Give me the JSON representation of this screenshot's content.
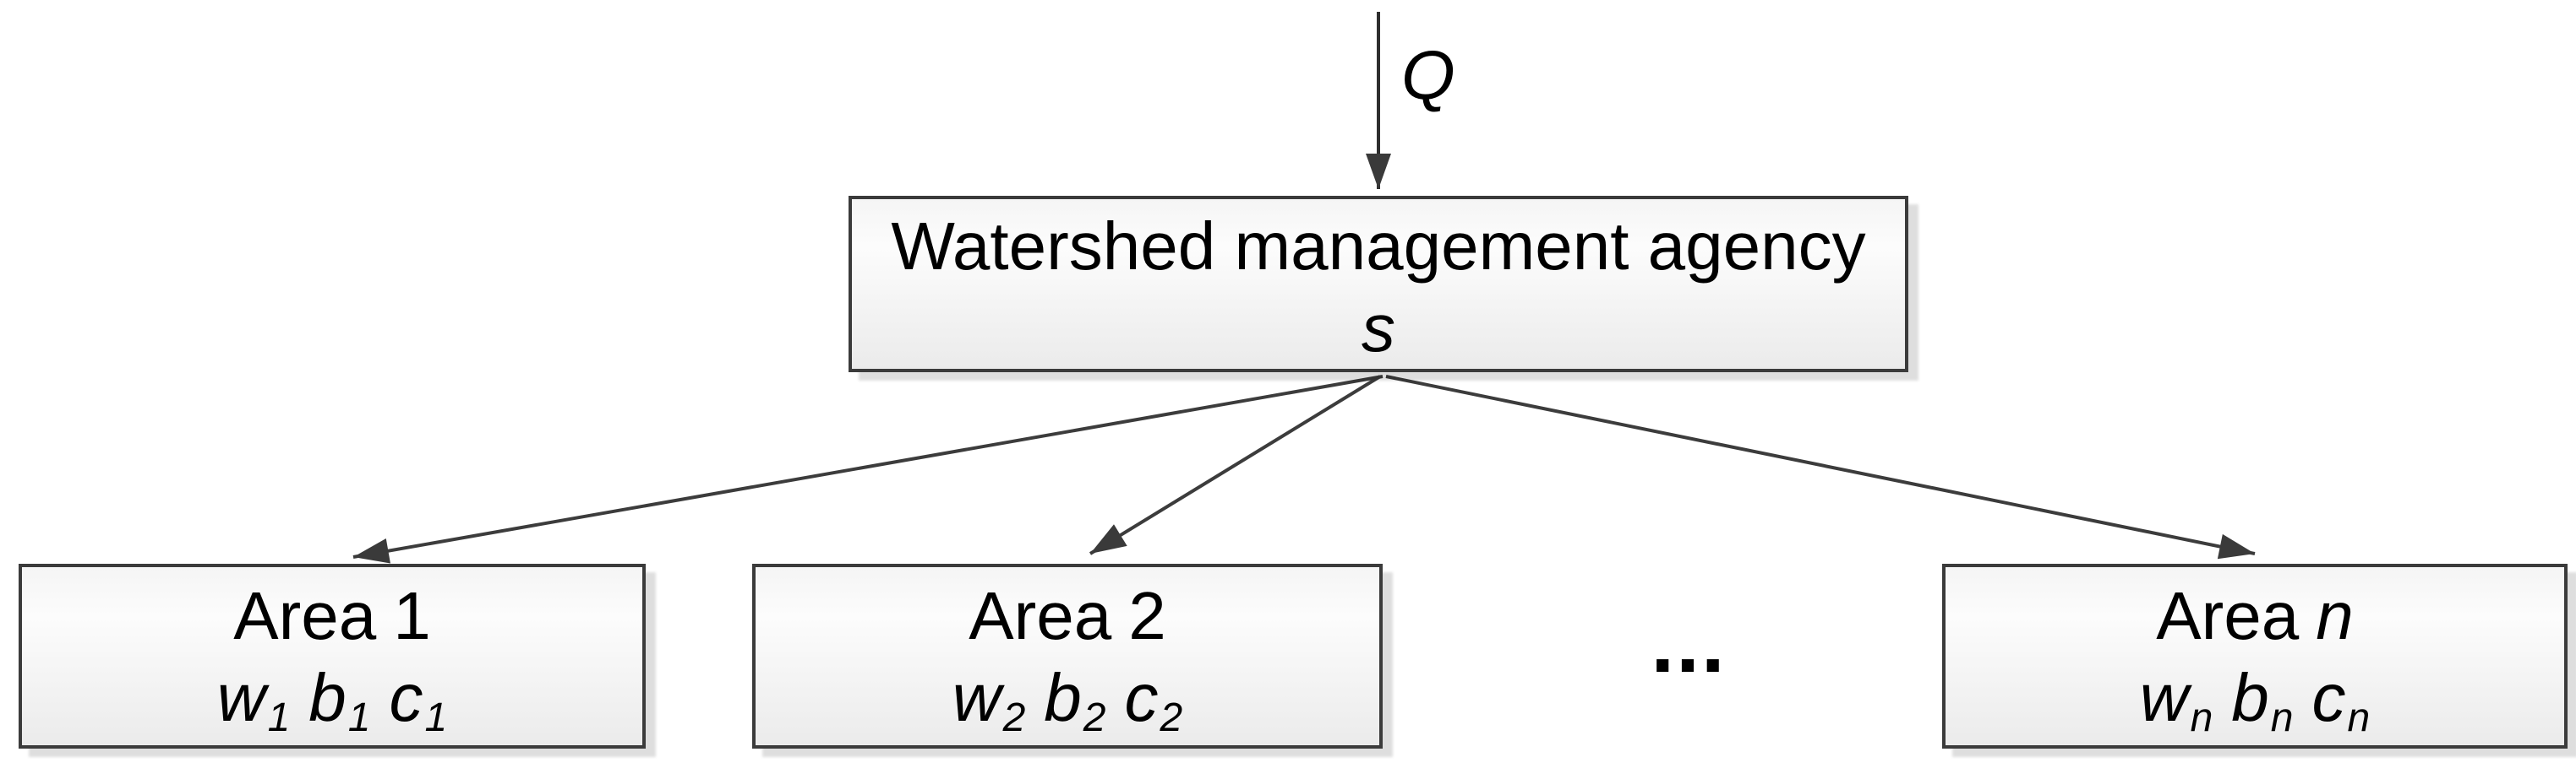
{
  "colors": {
    "background": "#ffffff",
    "box_border": "#3b3b3b",
    "box_fill_top": "#fcfcfc",
    "box_fill_bottom": "#ebebeb",
    "box_shadow": "#dedede",
    "connector_line": "#3c3c3c",
    "text": "#000000"
  },
  "flow": {
    "label": "Q"
  },
  "root": {
    "title": "Watershed management agency",
    "symbol": "s"
  },
  "ellipsis": "...",
  "areas": [
    {
      "label": "Area",
      "index": "1",
      "vars": [
        {
          "base": "w",
          "sub": "1"
        },
        {
          "base": "b",
          "sub": "1"
        },
        {
          "base": "c",
          "sub": "1"
        }
      ]
    },
    {
      "label": "Area",
      "index": "2",
      "vars": [
        {
          "base": "w",
          "sub": "2"
        },
        {
          "base": "b",
          "sub": "2"
        },
        {
          "base": "c",
          "sub": "2"
        }
      ]
    },
    {
      "label": "Area",
      "index": "n",
      "vars": [
        {
          "base": "w",
          "sub": "n"
        },
        {
          "base": "b",
          "sub": "n"
        },
        {
          "base": "c",
          "sub": "n"
        }
      ]
    }
  ]
}
